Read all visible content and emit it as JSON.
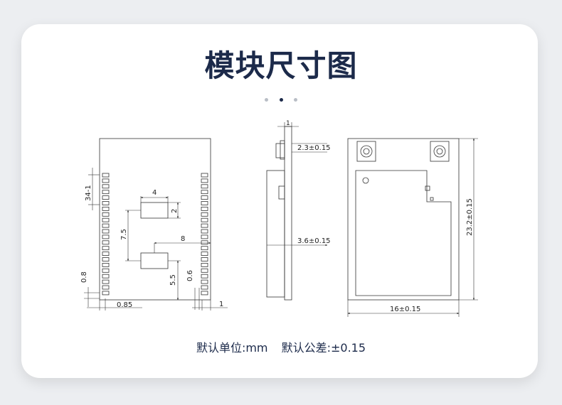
{
  "page": {
    "title": "模块尺寸图",
    "carousel": {
      "count": 3,
      "active_index": 1
    }
  },
  "drawing": {
    "front": {
      "dim_pitch": "34-1",
      "dim_chip_w": "4",
      "dim_chip_h": "2",
      "dim_7_5": "7.5",
      "dim_8": "8",
      "dim_5_5": "5.5",
      "dim_0_6": "0.6",
      "dim_0_8": "0.8",
      "dim_0_85": "0.85",
      "dim_1": "1"
    },
    "side": {
      "dim_top": "1",
      "dim_2_3": "2.3±0.15",
      "dim_3_6": "3.6±0.15"
    },
    "back": {
      "dim_width": "16±0.15",
      "dim_height": "23.2±0.15"
    }
  },
  "footer": {
    "unit": "默认单位:mm",
    "tolerance": "默认公差:±0.15"
  }
}
